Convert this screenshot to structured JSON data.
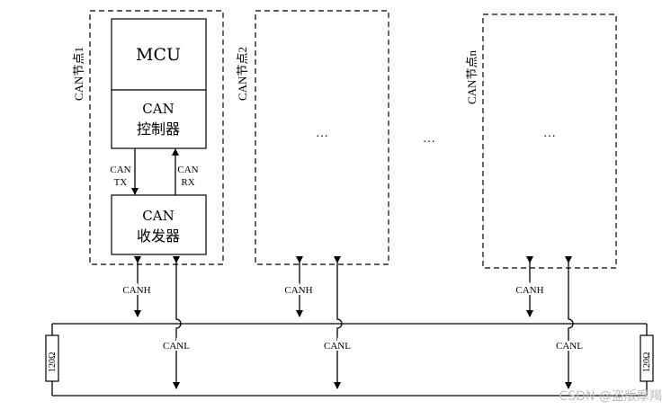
{
  "nodes": {
    "node1_label": "CAN节点1",
    "node2_label": "CAN节点2",
    "noden_label": "CAN节点n",
    "mcu": "MCU",
    "controller_line1": "CAN",
    "controller_line2": "控制器",
    "transceiver_line1": "CAN",
    "transceiver_line2": "收发器",
    "can_tx_line1": "CAN",
    "can_tx_line2": "TX",
    "can_rx_line1": "CAN",
    "can_rx_line2": "RX",
    "ellipsis": "…"
  },
  "bus": {
    "canh": "CANH",
    "canl": "CANL",
    "left_resistor": "120Ω",
    "right_resistor": "120Ω"
  },
  "watermark": "CSDN @盗版摩羯"
}
